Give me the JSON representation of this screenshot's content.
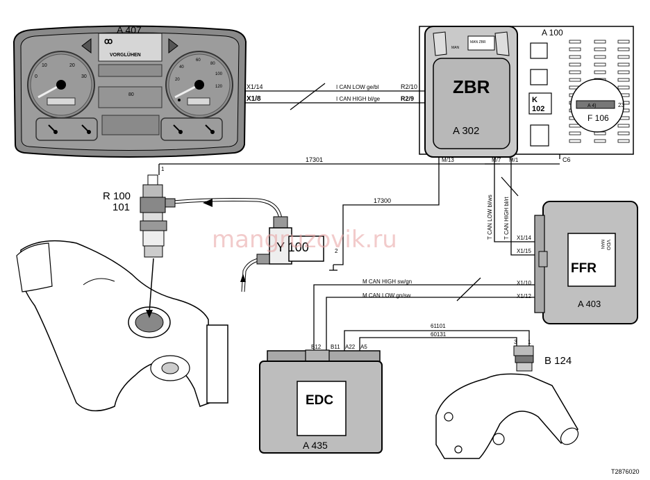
{
  "instrument_cluster": {
    "ref": "A 407",
    "warning_text": "VORGLÜHEN",
    "center_number": "80",
    "speed_ticks": [
      "0",
      "10",
      "20",
      "30"
    ],
    "rpm_ticks": [
      "20",
      "40",
      "60",
      "80",
      "100",
      "120"
    ]
  },
  "zbr": {
    "name": "ZBR",
    "ref": "A 302",
    "brand": "MAN",
    "chip_text": "MAN ZBR",
    "frame_ref": "A 100",
    "relay": {
      "k": "K",
      "num": "102"
    },
    "fuse_label": "F 106",
    "fuse_text": "A 4)",
    "fuse_pin": "23",
    "pins": {
      "r2_10": "R2/10",
      "r2_9": "R2/9",
      "m13": "M/13",
      "m7": "M/7",
      "m1": "M/1",
      "c6": "C6"
    }
  },
  "can_lines": {
    "i_can_low": "I CAN LOW ge/bl",
    "i_can_high": "I CAN HIGH bl/ge",
    "x1_14": "X1/14",
    "x1_8": "X1/8",
    "m_can_high": "M CAN HIGH sw/gn",
    "m_can_low": "M CAN LOW gn/sw",
    "t_can_low": "T CAN LOW bl/ws",
    "t_can_high": "T CAN HIGH bl/rt"
  },
  "wires": {
    "w17301": "17301",
    "w17300": "17300",
    "w61101": "61101",
    "w60131": "60131",
    "pin1": "1",
    "pin2": "2",
    "pin3": "3"
  },
  "glow_sensor": {
    "ref1": "R 100",
    "ref2": "101"
  },
  "solenoid": {
    "ref": "Y 100"
  },
  "ffr": {
    "name": "FFR",
    "ref": "A 403",
    "pins": [
      "X1/14",
      "X1/15",
      "X1/10",
      "X1/12"
    ],
    "module_text": "VDO",
    "module_text2": "MAN"
  },
  "edc": {
    "name": "EDC",
    "ref": "A 435",
    "pins": [
      "B12",
      "B11",
      "A22",
      "A5"
    ]
  },
  "temp_sensor": {
    "ref": "B 124"
  },
  "watermark": "mangruzovik.ru",
  "figure_code": "T2876020"
}
